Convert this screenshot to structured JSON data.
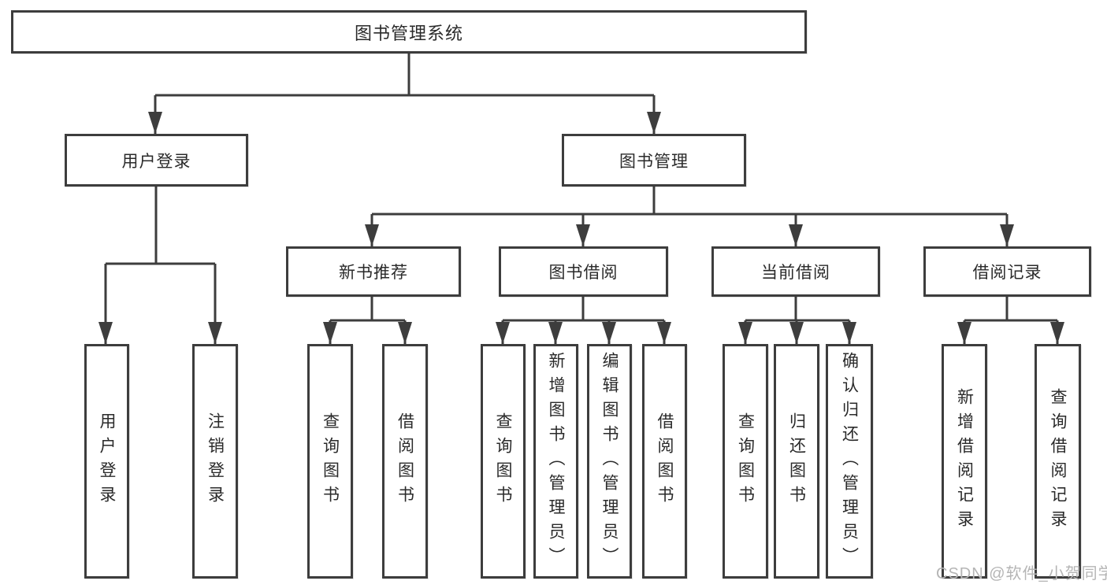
{
  "colors": {
    "line": "#3d3d3d",
    "text": "#2a2a2a",
    "watermark": "#b5b5b5",
    "background": "#ffffff"
  },
  "watermark": {
    "text": "CSDN @软件_小贺同学"
  },
  "tree": {
    "label": "图书管理系统",
    "children": [
      {
        "label": "用户登录",
        "children": [
          {
            "label": "用户登录"
          },
          {
            "label": "注销登录"
          }
        ]
      },
      {
        "label": "图书管理",
        "children": [
          {
            "label": "新书推荐",
            "children": [
              {
                "label": "查询图书"
              },
              {
                "label": "借阅图书"
              }
            ]
          },
          {
            "label": "图书借阅",
            "children": [
              {
                "label": "查询图书"
              },
              {
                "label": "新增图书（管理员）"
              },
              {
                "label": "编辑图书（管理员）"
              },
              {
                "label": "借阅图书"
              }
            ]
          },
          {
            "label": "当前借阅",
            "children": [
              {
                "label": "查询图书"
              },
              {
                "label": "归还图书"
              },
              {
                "label": "确认归还（管理员）"
              }
            ]
          },
          {
            "label": "借阅记录",
            "children": [
              {
                "label": "新增借阅记录"
              },
              {
                "label": "查询借阅记录"
              }
            ]
          }
        ]
      }
    ]
  }
}
